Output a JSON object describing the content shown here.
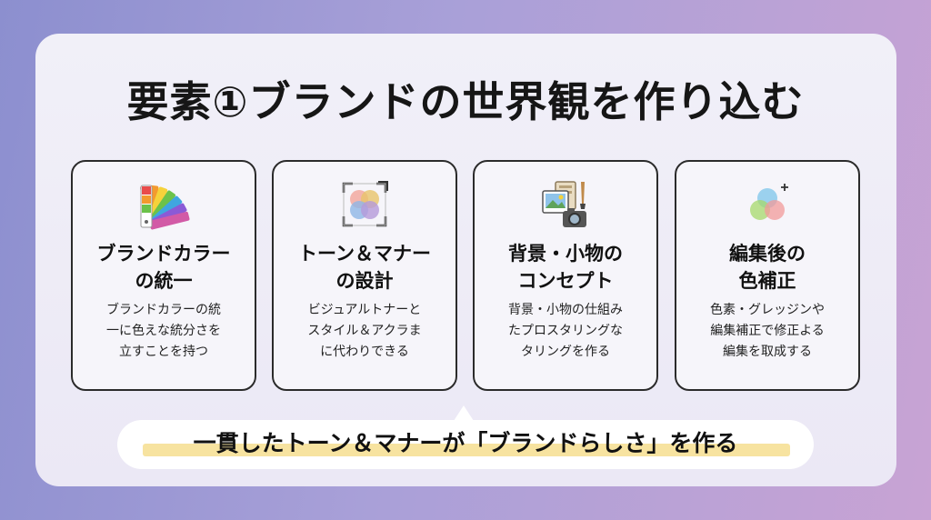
{
  "title": "要素①ブランドの世界観を作り込む",
  "cards": [
    {
      "icon": "color-swatch-icon",
      "head_lines": [
        "ブランドカラー",
        "の統一"
      ],
      "body_lines": [
        "ブランドカラーの統",
        "一に色えな統分さを",
        "立すことを持つ"
      ]
    },
    {
      "icon": "tone-manner-icon",
      "head_lines": [
        "トーン＆マナー",
        "の設計"
      ],
      "body_lines": [
        "ビジュアルトナーと",
        "スタイル＆アクラま",
        "に代わりできる"
      ]
    },
    {
      "icon": "background-props-icon",
      "head_lines": [
        "背景・小物の",
        "コンセプト"
      ],
      "body_lines": [
        "背景・小物の仕組み",
        "たプロスタリングな",
        "タリングを作る"
      ]
    },
    {
      "icon": "color-correction-icon",
      "head_lines": [
        "編集後の",
        "色補正"
      ],
      "body_lines": [
        "色素・グレッジンや",
        "編集補正で修正よる",
        "編集を取成する"
      ]
    }
  ],
  "tagline": "一貫したトーン＆マナーが「ブランドらしさ」を作る",
  "colors": {
    "background_start": "#8c8fcf",
    "background_end": "#c8a3d4",
    "panel": "#efeef7",
    "card_border": "#2b2b2b",
    "highlight": "#f7e3a0"
  }
}
